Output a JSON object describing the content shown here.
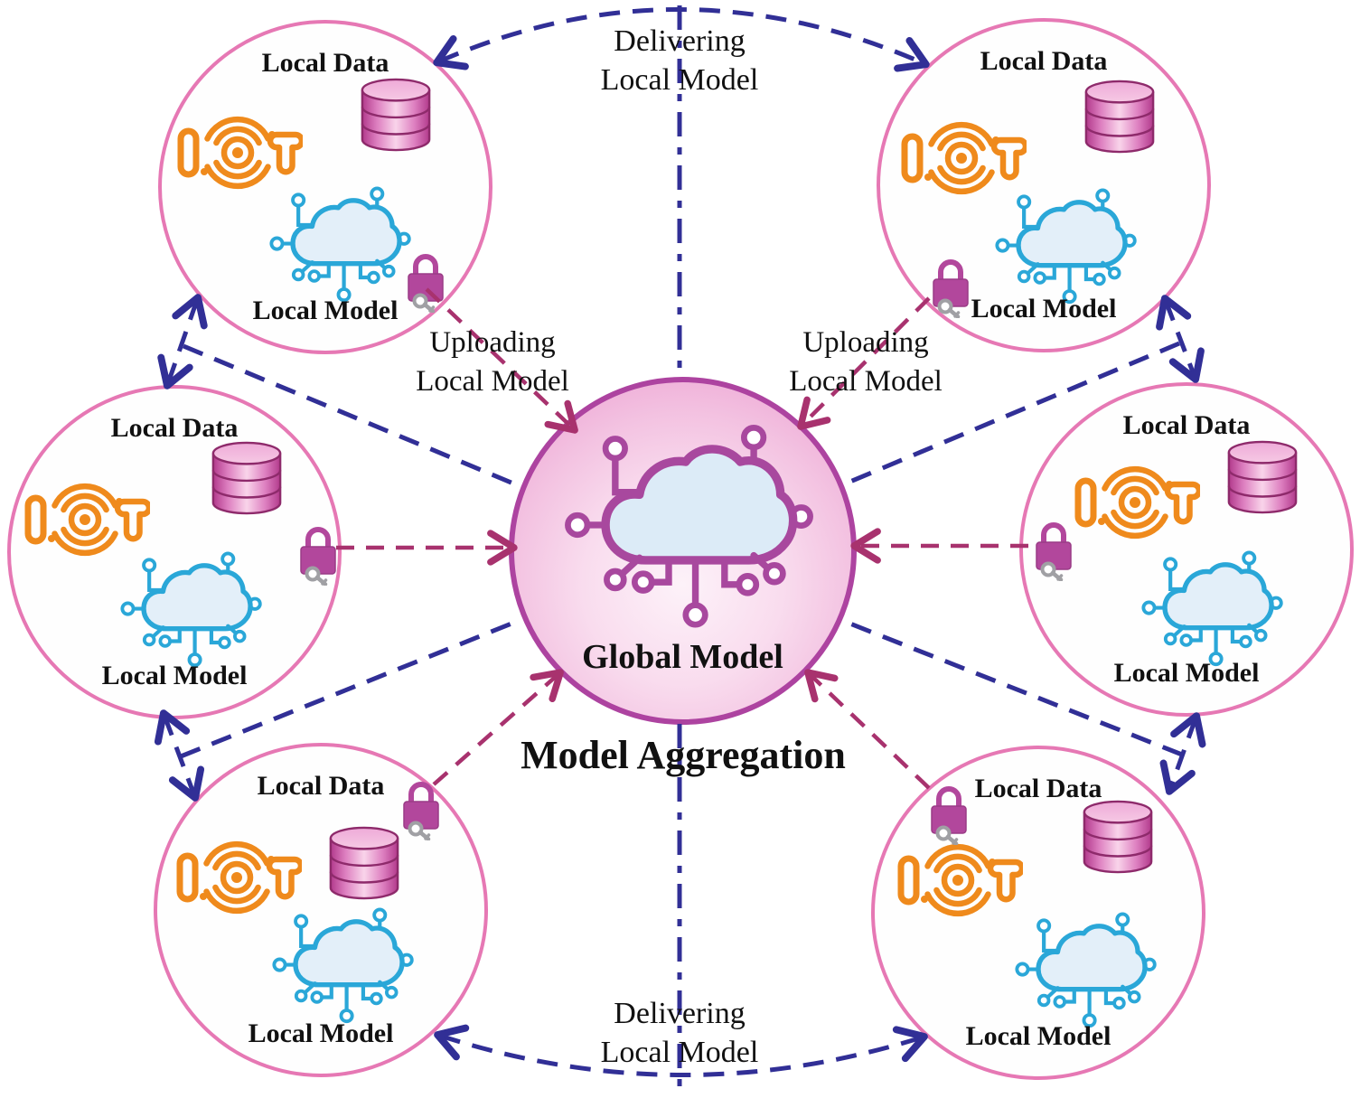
{
  "center_node": {
    "label": "Global Model",
    "caption": "Model Aggregation",
    "icon": "cloud-network-icon"
  },
  "client_nodes": [
    {
      "position": "top-left",
      "data_label": "Local Data",
      "model_label": "Local Model",
      "iot_text": "IOT",
      "icons": {
        "iot": "iot-icon",
        "database": "database-icon",
        "cloud": "cloud-network-icon",
        "lock": "lock-with-key-icon"
      }
    },
    {
      "position": "top-right",
      "data_label": "Local Data",
      "model_label": "Local Model",
      "iot_text": "IOT",
      "icons": {
        "iot": "iot-icon",
        "database": "database-icon",
        "cloud": "cloud-network-icon",
        "lock": "lock-with-key-icon"
      }
    },
    {
      "position": "middle-left",
      "data_label": "Local Data",
      "model_label": "Local Model",
      "iot_text": "IOT",
      "icons": {
        "iot": "iot-icon",
        "database": "database-icon",
        "cloud": "cloud-network-icon",
        "lock": "lock-with-key-icon"
      }
    },
    {
      "position": "middle-right",
      "data_label": "Local Data",
      "model_label": "Local Model",
      "iot_text": "IOT",
      "icons": {
        "iot": "iot-icon",
        "database": "database-icon",
        "cloud": "cloud-network-icon",
        "lock": "lock-with-key-icon"
      }
    },
    {
      "position": "bottom-left",
      "data_label": "Local Data",
      "model_label": "Local Model",
      "iot_text": "IOT",
      "icons": {
        "iot": "iot-icon",
        "database": "database-icon",
        "cloud": "cloud-network-icon",
        "lock": "lock-with-key-icon"
      }
    },
    {
      "position": "bottom-right",
      "data_label": "Local Data",
      "model_label": "Local Model",
      "iot_text": "IOT",
      "icons": {
        "iot": "iot-icon",
        "database": "database-icon",
        "cloud": "cloud-network-icon",
        "lock": "lock-with-key-icon"
      }
    }
  ],
  "flow_labels": {
    "delivering_top": {
      "line1": "Delivering",
      "line2": "Local Model"
    },
    "delivering_bottom": {
      "line1": "Delivering",
      "line2": "Local Model"
    },
    "uploading_left": {
      "line1": "Uploading",
      "line2": "Local Model"
    },
    "uploading_right": {
      "line1": "Uploading",
      "line2": "Local Model"
    }
  },
  "colors": {
    "delivering_arrow": "#312f96",
    "uploading_arrow": "#a8326e",
    "client_circle_border": "#e678b4",
    "center_circle_border": "#ad43a0",
    "center_fill_inner": "#fdf2f9",
    "center_fill_outer": "#e99fd1",
    "iot_icon": "#ef8a1c",
    "client_cloud_icon": "#2aa7d8",
    "center_cloud_icon": "#a8489e",
    "database_icon": "#c2408c",
    "lock_icon": "#b2479c",
    "text": "#111111"
  }
}
